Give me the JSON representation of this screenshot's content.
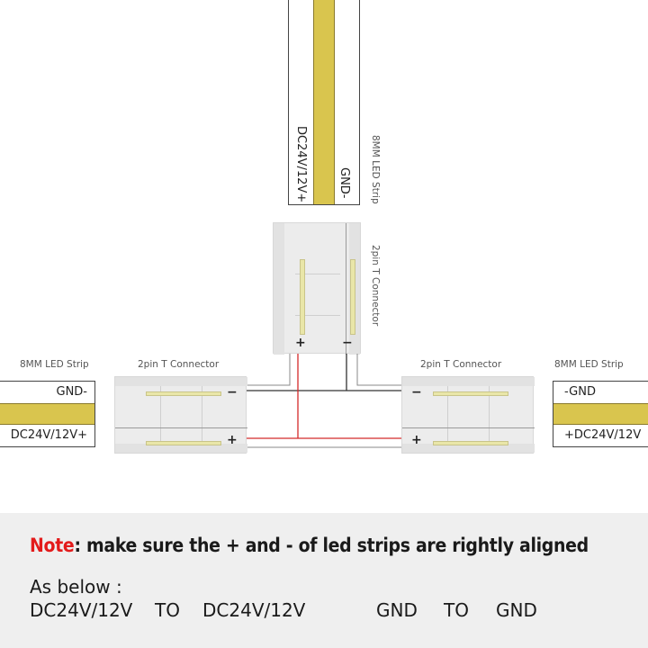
{
  "colors": {
    "strip_yellow": "#d9c54e",
    "wire_red": "#d42a2a",
    "wire_black": "#333333",
    "connector_body": "#ececec",
    "note_red": "#e31b1b",
    "note_background": "#efefef"
  },
  "top_strip": {
    "label": "8MM LED Strip",
    "positive_text": "DC24V/12V+",
    "negative_text": "GND-"
  },
  "top_connector": {
    "label": "2pin T Connector",
    "plus": "+",
    "minus": "−"
  },
  "left_strip": {
    "label": "8MM LED Strip",
    "negative_text": "GND-",
    "positive_text": "DC24V/12V+"
  },
  "left_connector": {
    "label": "2pin T Connector",
    "minus": "−",
    "plus": "+"
  },
  "right_connector": {
    "label": "2pin T Connector",
    "minus": "−",
    "plus": "+"
  },
  "right_strip": {
    "label": "8MM LED Strip",
    "negative_text": "-GND",
    "positive_text": "+DC24V/12V"
  },
  "note": {
    "prefix": "Note",
    "text": ": make sure the + and - of led strips are rightly aligned",
    "as_below": "As below :",
    "pairs": [
      {
        "from": "DC24V/12V",
        "to_word": "TO",
        "to": "DC24V/12V"
      },
      {
        "from": "GND",
        "to_word": "TO",
        "to": "GND"
      }
    ]
  }
}
